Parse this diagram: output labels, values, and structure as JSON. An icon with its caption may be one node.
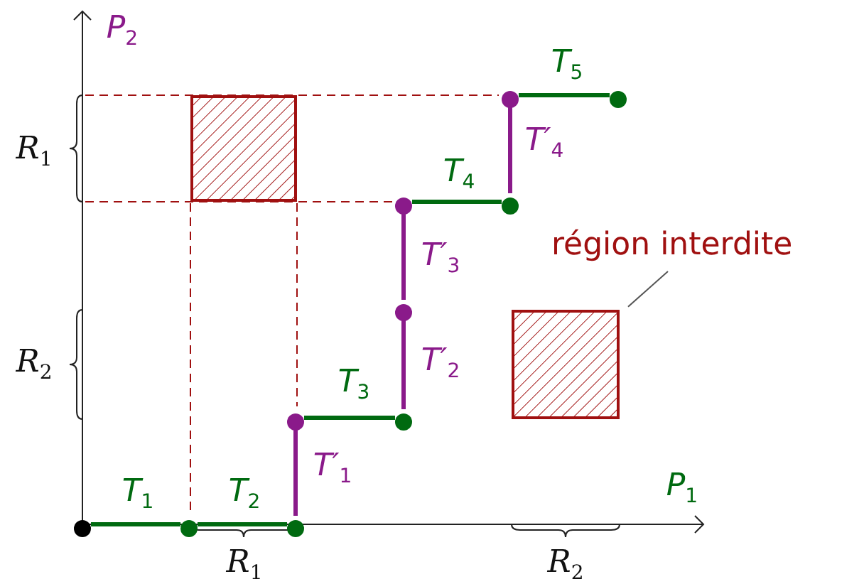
{
  "diagram": {
    "nodes": [
      {
        "text": [],
        "shape": "circle"
      },
      {
        "text": [],
        "shape": "circle"
      },
      {
        "text": [],
        "shape": "circle"
      },
      {
        "text": [],
        "shape": "circle"
      },
      {
        "text": [],
        "shape": "circle"
      },
      {
        "text": [],
        "shape": "circle"
      },
      {
        "text": [],
        "shape": "circle"
      },
      {
        "text": [],
        "shape": "circle"
      },
      {
        "text": [],
        "shape": "circle"
      },
      {
        "text": [],
        "shape": "circle"
      },
      {
        "text": [],
        "shape": "box"
      },
      {
        "text": [],
        "shape": "box"
      },
      {
        "text": [
          "région interdite"
        ]
      }
    ],
    "edges": [
      {
        "from": 0,
        "to": 1,
        "arrow": "none",
        "label": "T$_{1}$",
        "color": "#006a10"
      },
      {
        "from": 1,
        "to": 2,
        "arrow": "none",
        "label": "T$_{2}$",
        "color": "#006a10"
      },
      {
        "from": 2,
        "to": 3,
        "arrow": "none",
        "label": "T′$_{1}$",
        "color": "#8a1a8a"
      },
      {
        "from": 3,
        "to": 4,
        "arrow": "none",
        "label": "T$_{3}$",
        "color": "#006a10"
      },
      {
        "from": 4,
        "to": 5,
        "arrow": "none",
        "label": "T′$_{2}$",
        "color": "#8a1a8a"
      },
      {
        "from": 5,
        "to": 6,
        "arrow": "none",
        "label": "T′$_{3}$",
        "color": "#8a1a8a"
      },
      {
        "from": 6,
        "to": 7,
        "arrow": "none",
        "label": "T$_{4}$",
        "color": "#006a10"
      },
      {
        "from": 7,
        "to": 8,
        "arrow": "none",
        "label": "T′$_{4}$",
        "color": "#8a1a8a"
      },
      {
        "from": 8,
        "to": 9,
        "arrow": "none",
        "label": "T$_{5}$",
        "color": "#006a10"
      },
      {
        "from": 12,
        "to": 11,
        "arrow": "none",
        "color": "#555555"
      }
    ],
    "labels": [
      "P$_{2}$",
      "R$_{1}$",
      "R$_{2}$",
      "P$_{1}$",
      "R$_{1}$",
      "R$_{2}$"
    ]
  }
}
